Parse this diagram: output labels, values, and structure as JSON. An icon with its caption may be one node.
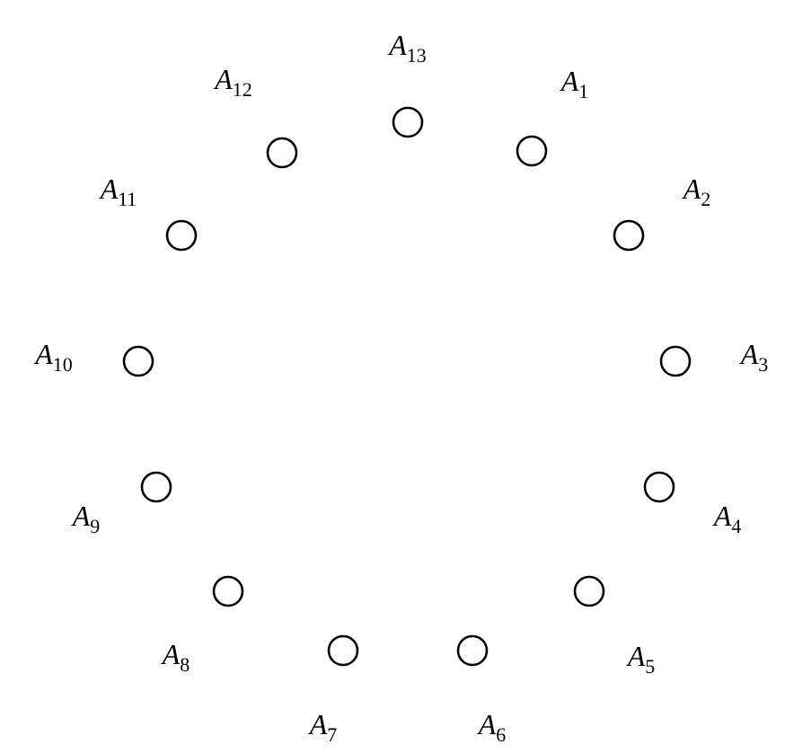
{
  "diagram": {
    "nodes": [
      {
        "text": [
          "A$_{1}$"
        ]
      },
      {
        "text": [
          "A$_{2}$"
        ]
      },
      {
        "text": [
          "A$_{3}$"
        ]
      },
      {
        "text": [
          "A$_{4}$"
        ]
      },
      {
        "text": [
          "A$_{5}$"
        ]
      },
      {
        "text": [
          "A$_{6}$"
        ]
      },
      {
        "text": [
          "A$_{7}$"
        ]
      },
      {
        "text": [
          "A$_{8}$"
        ]
      },
      {
        "text": [
          "A$_{9}$"
        ]
      },
      {
        "text": [
          "A$_{10}$"
        ]
      },
      {
        "text": [
          "A$_{11}$"
        ]
      },
      {
        "text": [
          "A$_{12}$"
        ]
      },
      {
        "text": [
          "A$_{13}$"
        ]
      }
    ]
  }
}
